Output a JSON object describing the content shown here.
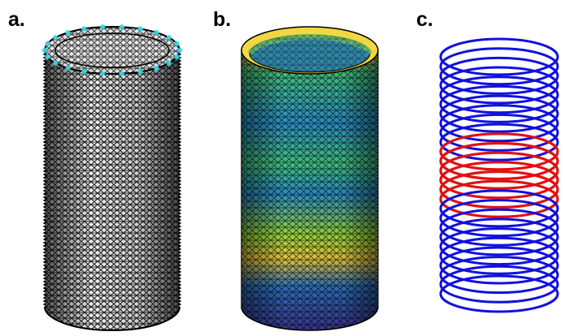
{
  "panels": [
    {
      "label": "a.",
      "style": "wireframe-mesh",
      "mesh_color": "#000000",
      "surface_color": "#d8d8d8",
      "node_marker_color": "#33d6e6"
    },
    {
      "label": "b.",
      "style": "shaded-surface",
      "colormap": [
        "#fde725",
        "#3fbf7f",
        "#21918c",
        "#2b6fb8",
        "#3b2f8a"
      ],
      "edge_color": "#000000"
    },
    {
      "label": "c.",
      "style": "rings",
      "colors": {
        "outer": "#1111dd",
        "middle": "#e11111"
      },
      "ring_groups": [
        {
          "color": "outer",
          "count": 10
        },
        {
          "color": "middle",
          "count": 6
        },
        {
          "color": "outer",
          "count": 10
        }
      ]
    }
  ]
}
